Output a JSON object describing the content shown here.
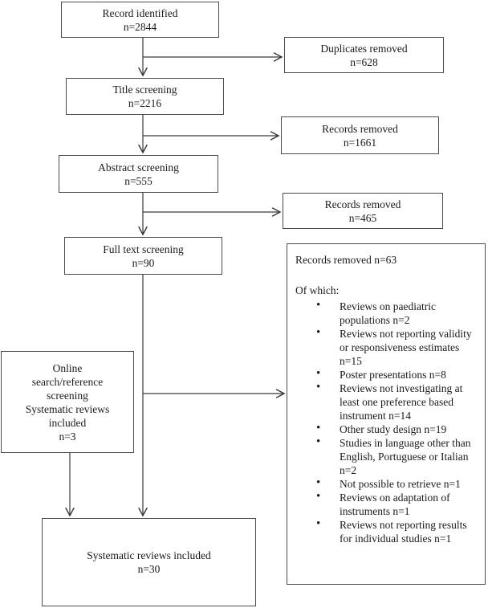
{
  "colors": {
    "line": "#3a3a3a",
    "text": "#1a1a1a",
    "background": "#ffffff"
  },
  "flow": {
    "boxes": {
      "record_identified": {
        "label": "Record identified",
        "count": "n=2844"
      },
      "duplicates_removed": {
        "label": "Duplicates removed",
        "count": "n=628"
      },
      "title_screening": {
        "label": "Title screening",
        "count": "n=2216"
      },
      "records_removed_title": {
        "label": "Records removed",
        "count": "n=1661"
      },
      "abstract_screening": {
        "label": "Abstract screening",
        "count": "n=555"
      },
      "records_removed_abstract": {
        "label": "Records removed",
        "count": "n=465"
      },
      "full_text_screening": {
        "label": "Full text screening",
        "count": "n=90"
      },
      "online_search": {
        "line1": "Online search/reference screening",
        "line2": "Systematic reviews included",
        "count": "n=3"
      },
      "records_removed_fulltext": {
        "title": "Records removed n=63",
        "subtitle": "Of which:",
        "items": [
          "Reviews on paediatric populations n=2",
          "Reviews not reporting validity or responsiveness estimates n=15",
          "Poster presentations n=8",
          "Reviews not investigating at least one preference based instrument n=14",
          "Other study design n=19",
          "Studies in language other than English, Portuguese or Italian n=2",
          "Not possible to retrieve n=1",
          "Reviews on adaptation of instruments n=1",
          "Reviews not reporting results for individual studies n=1"
        ]
      },
      "included": {
        "label": "Systematic reviews included",
        "count": "n=30"
      }
    }
  }
}
